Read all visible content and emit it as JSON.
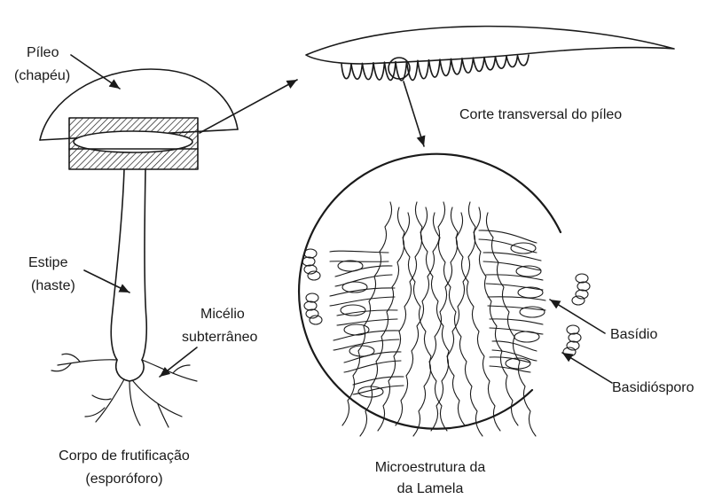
{
  "labels": {
    "pileo": "Píleo",
    "pileo_sub": "(chapéu)",
    "estipe": "Estipe",
    "estipe_sub": "(haste)",
    "micelio": "Micélio",
    "micelio_sub": "subterrâneo",
    "corpo": "Corpo de frutificação",
    "corpo_sub": "(esporóforo)",
    "corte": "Corte transversal do píleo",
    "micro": "Microestrutura da",
    "micro_sub": "da Lamela",
    "basidio": "Basídio",
    "basidiosporo": "Basidiósporo"
  },
  "colors": {
    "ink": "#1a1a1a",
    "paper": "#ffffff"
  }
}
